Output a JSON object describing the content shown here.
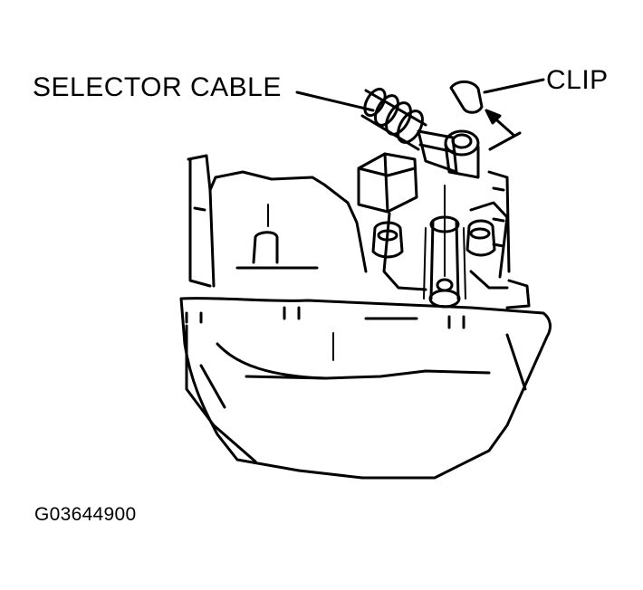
{
  "labels": {
    "selector_cable": "SELECTOR CABLE",
    "clip": "CLIP",
    "figure_id": "G03644900"
  }
}
